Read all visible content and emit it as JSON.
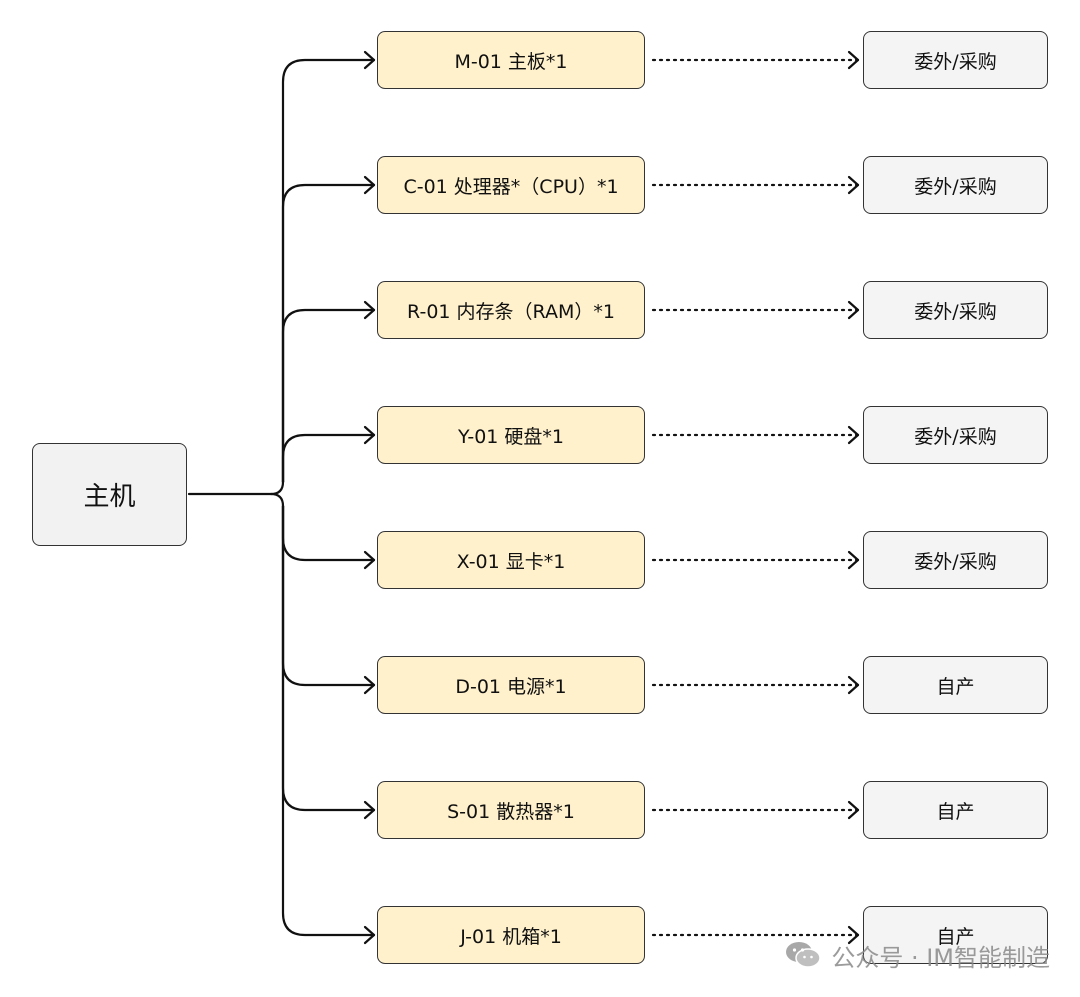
{
  "root": {
    "label": "主机"
  },
  "rows": [
    {
      "part": "M-01 主板*1",
      "source": "委外/采购"
    },
    {
      "part": "C-01 处理器*（CPU）*1",
      "source": "委外/采购"
    },
    {
      "part": "R-01 内存条（RAM）*1",
      "source": "委外/采购"
    },
    {
      "part": "Y-01 硬盘*1",
      "source": "委外/采购"
    },
    {
      "part": "X-01 显卡*1",
      "source": "委外/采购"
    },
    {
      "part": "D-01 电源*1",
      "source": "自产"
    },
    {
      "part": "S-01 散热器*1",
      "source": "自产"
    },
    {
      "part": "J-01 机箱*1",
      "source": "自产"
    }
  ],
  "watermark": {
    "text": "公众号 · IM智能制造",
    "icon": "wechat-icon"
  },
  "colors": {
    "part_fill": "#fff1cc",
    "source_fill": "#f4f4f4",
    "root_fill": "#f2f2f2",
    "line": "#111111"
  }
}
